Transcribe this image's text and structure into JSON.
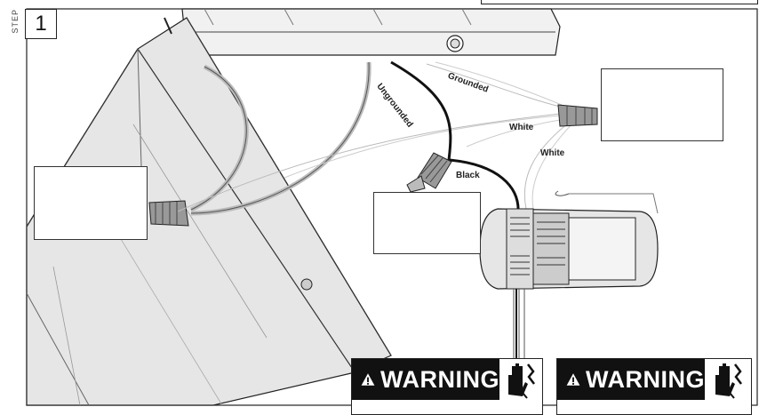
{
  "step": {
    "side_label": "STEP",
    "number": "1"
  },
  "wire_labels": {
    "ungrounded": "Ungrounded",
    "grounded": "Grounded",
    "white_top": "White",
    "white_mid": "White",
    "black": "Black"
  },
  "warnings": [
    {
      "label": "WARNING"
    },
    {
      "label": "WARNING"
    }
  ],
  "colors": {
    "warning_bg": "#111111",
    "line": "#222222",
    "panel_fill": "#e8e8e8"
  }
}
